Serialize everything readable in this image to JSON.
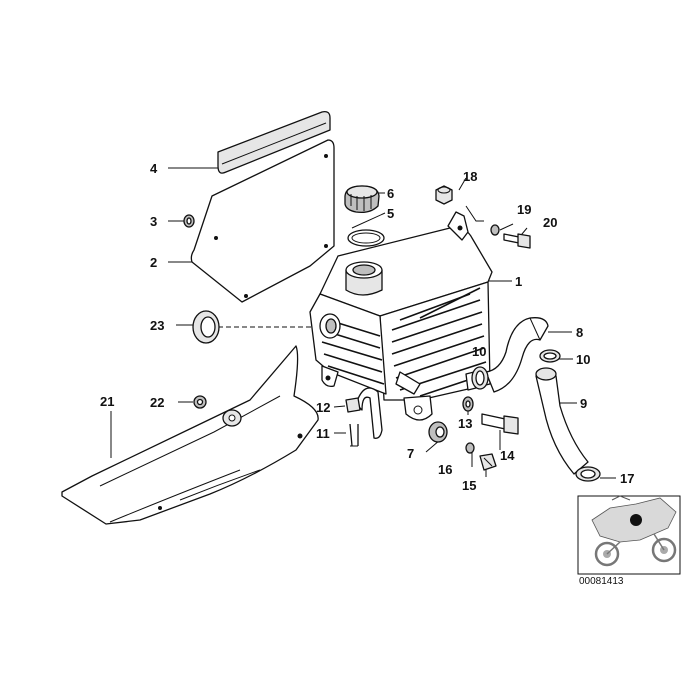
{
  "diagram": {
    "catalog_number": "00081413",
    "callouts": [
      {
        "id": "c1",
        "label": "1"
      },
      {
        "id": "c2",
        "label": "2"
      },
      {
        "id": "c3",
        "label": "3"
      },
      {
        "id": "c4",
        "label": "4"
      },
      {
        "id": "c5",
        "label": "5"
      },
      {
        "id": "c6",
        "label": "6"
      },
      {
        "id": "c7",
        "label": "7"
      },
      {
        "id": "c8",
        "label": "8"
      },
      {
        "id": "c9",
        "label": "9"
      },
      {
        "id": "c10a",
        "label": "10"
      },
      {
        "id": "c10b",
        "label": "10"
      },
      {
        "id": "c11",
        "label": "11"
      },
      {
        "id": "c12",
        "label": "12"
      },
      {
        "id": "c13",
        "label": "13"
      },
      {
        "id": "c14",
        "label": "14"
      },
      {
        "id": "c15",
        "label": "15"
      },
      {
        "id": "c16",
        "label": "16"
      },
      {
        "id": "c17",
        "label": "17"
      },
      {
        "id": "c18",
        "label": "18"
      },
      {
        "id": "c19",
        "label": "19"
      },
      {
        "id": "c20",
        "label": "20"
      },
      {
        "id": "c21",
        "label": "21"
      },
      {
        "id": "c22",
        "label": "22"
      },
      {
        "id": "c23",
        "label": "23"
      }
    ]
  }
}
